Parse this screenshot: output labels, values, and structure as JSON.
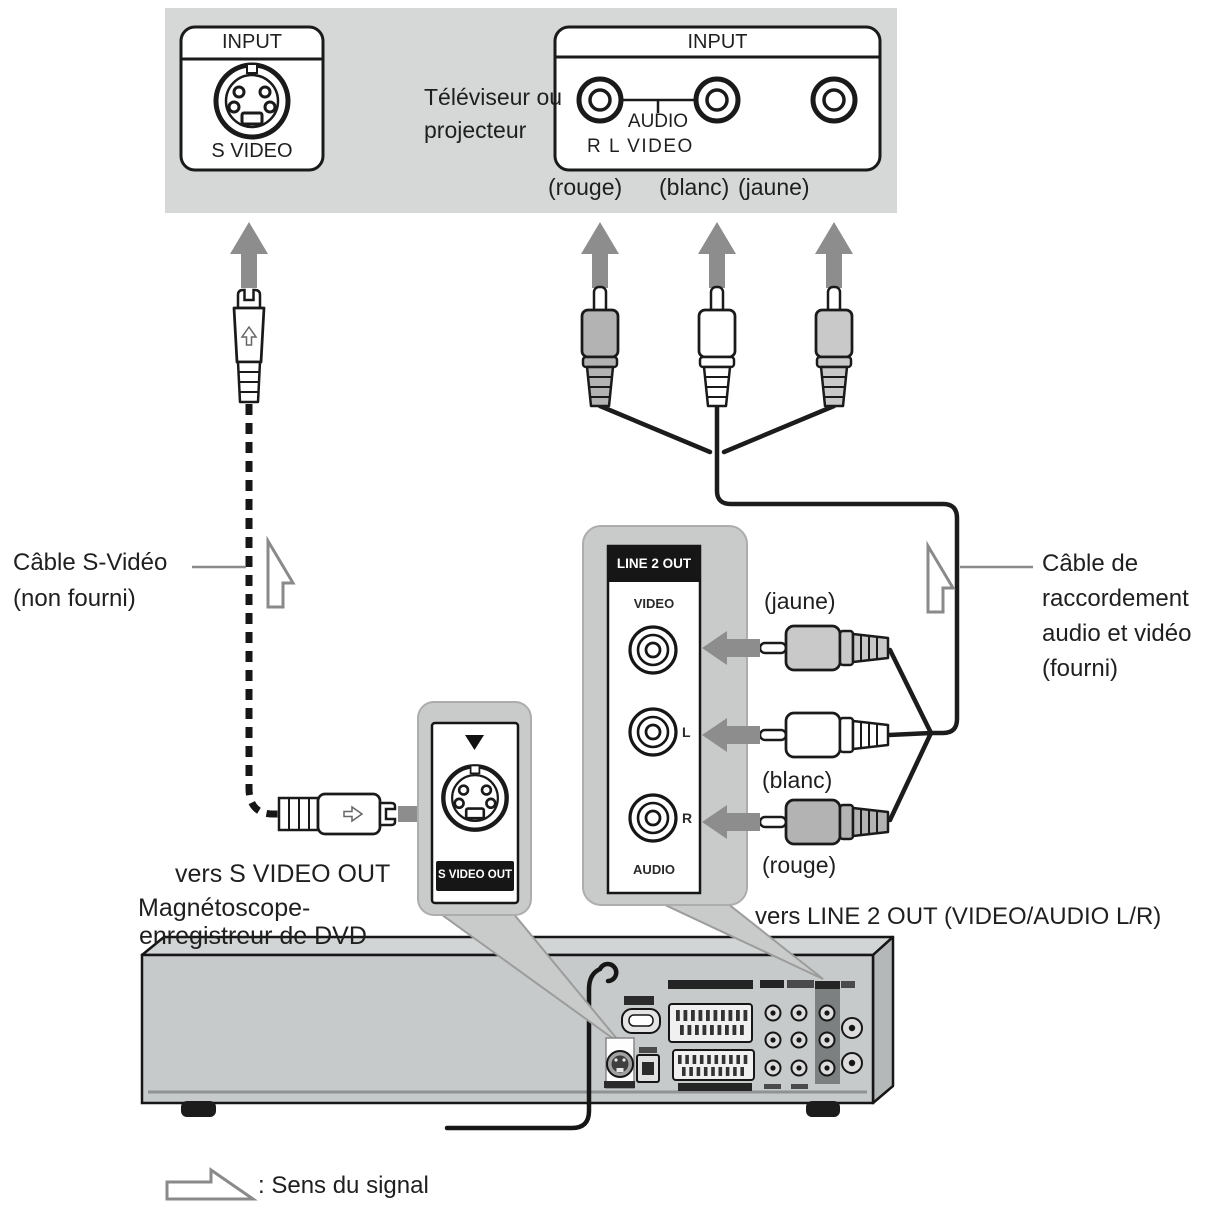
{
  "colors": {
    "panel_gray": "#d6d8d8",
    "callout_gray": "#c9cbcb",
    "arrow_solid_gray": "#8d8d8d",
    "arrow_outline_gray": "#8a8a8a",
    "line_black": "#1c1c1c",
    "device_gray": "#c6caca",
    "plug_yellow": "#c9c9c9",
    "plug_white": "#ffffff",
    "plug_red": "#b3b3b3"
  },
  "tv": {
    "svideo_input": {
      "header": "INPUT",
      "label": "S VIDEO"
    },
    "name_line1": "Téléviseur ou",
    "name_line2": "projecteur",
    "av_input": {
      "header": "INPUT",
      "audio_label": "AUDIO",
      "rl_video_label": "R L VIDEO",
      "color_labels": {
        "red": "(rouge)",
        "white": "(blanc)",
        "yellow": "(jaune)"
      }
    }
  },
  "svideo_cable_label": {
    "line1": "Câble S-Vidéo",
    "line2": "(non fourni)"
  },
  "av_cable_label": {
    "line1": "Câble de",
    "line2": "raccordement",
    "line3": "audio et vidéo",
    "line4": "(fourni)"
  },
  "line2_out": {
    "header": "LINE 2 OUT",
    "video_label": "VIDEO",
    "left_label": "L",
    "right_label": "R",
    "audio_label": "AUDIO",
    "plug_labels": {
      "yellow": "(jaune)",
      "white": "(blanc)",
      "red": "(rouge)"
    }
  },
  "svideo_out": {
    "label": "S VIDEO OUT"
  },
  "captions": {
    "to_svideo_out": "vers S VIDEO OUT",
    "recorder_line1": "Magnétoscope-",
    "recorder_line2": "enregistreur de DVD",
    "to_line2_out": "vers LINE 2 OUT (VIDEO/AUDIO L/R)"
  },
  "legend": {
    "text": ": Sens du signal"
  }
}
